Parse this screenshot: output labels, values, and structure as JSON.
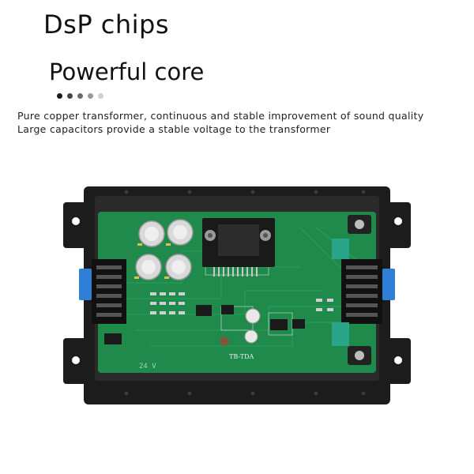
{
  "heading": {
    "title": "DsP chips",
    "subtitle": "Powerful core"
  },
  "indicator_dots": {
    "colors": [
      "#1a1a1a",
      "#444444",
      "#6b6b6b",
      "#9a9a9a",
      "#cfcfcf"
    ]
  },
  "description": {
    "line1": "Pure copper transformer, continuous and stable improvement of sound quality",
    "line2": "Large capacitors provide a stable voltage to the transformer"
  },
  "board": {
    "silkscreen_model": "TB-TDA",
    "silkscreen_voltage": "24 V",
    "colors": {
      "pcb": "#1f8a4c",
      "enclosure": "#1c1c1c",
      "connector_blue": "#2f7fd6",
      "connector_teal": "#2aa58a"
    }
  }
}
